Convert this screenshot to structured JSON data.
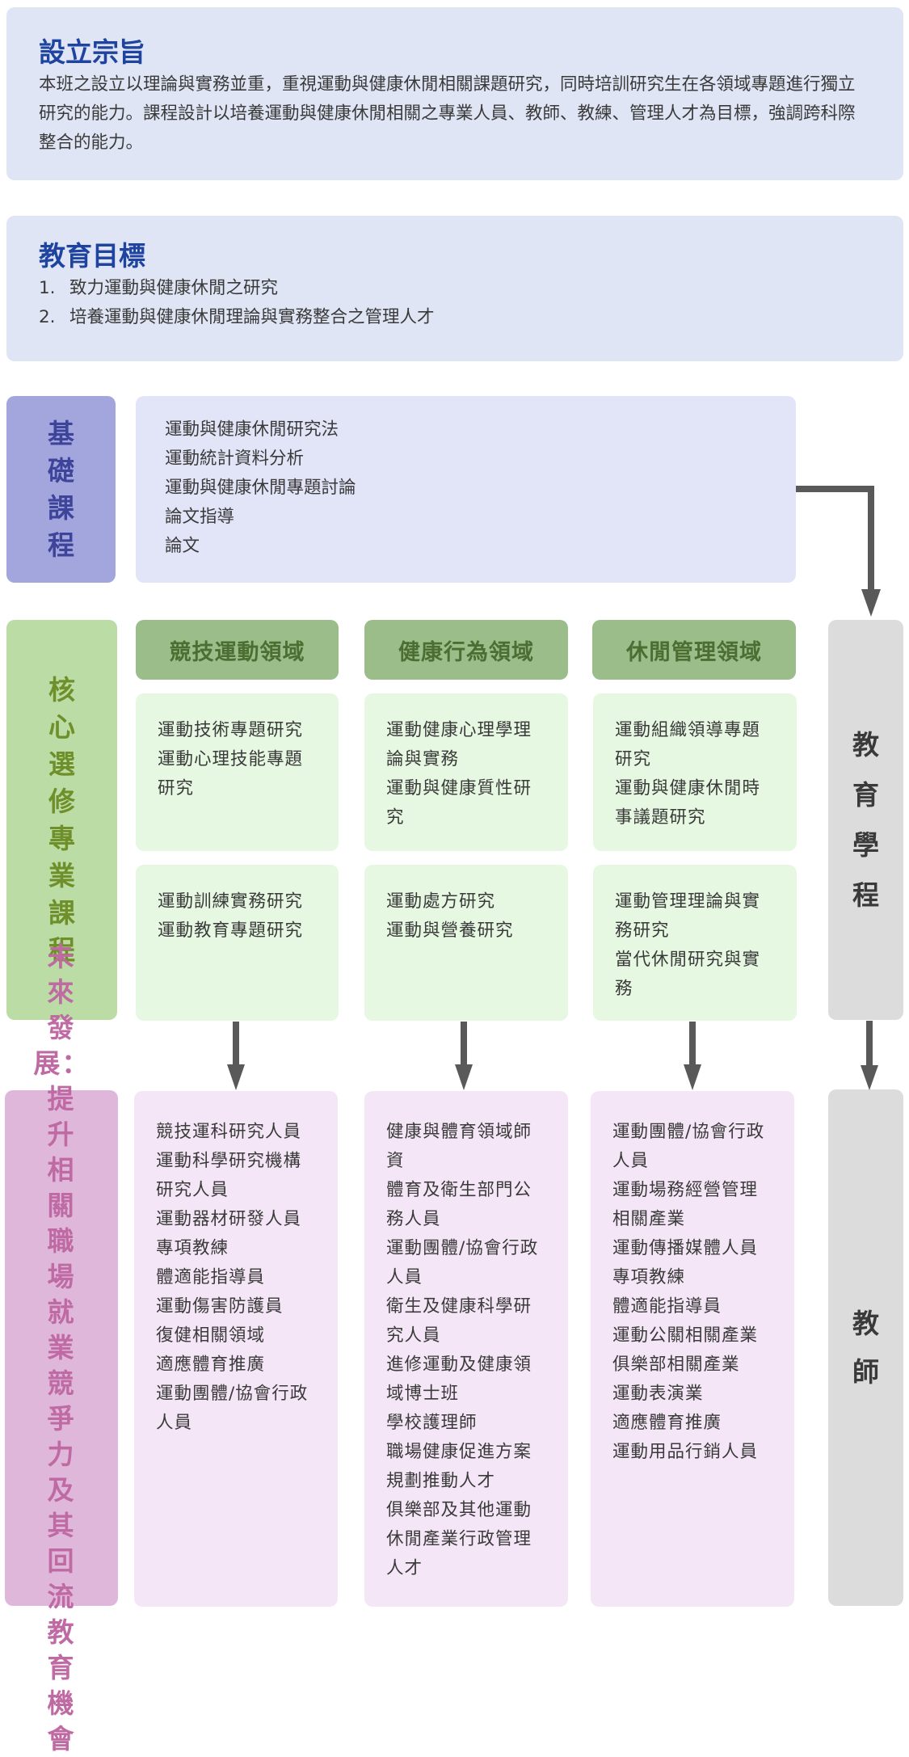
{
  "purpose": {
    "title": "設立宗旨",
    "text": "本班之設立以理論與實務並重，重視運動與健康休閒相關課題研究，同時培訓研究生在各領域專題進行獨立研究的能力。課程設計以培養運動與健康休閒相關之專業人員、教師、教練、管理人才為目標，強調跨科際整合的能力。"
  },
  "goals": {
    "title": "教育目標",
    "items": [
      {
        "num": "1.",
        "text": "致力運動與健康休閒之研究"
      },
      {
        "num": "2.",
        "text": "培養運動與健康休閒理論與實務整合之管理人才"
      }
    ]
  },
  "basic_courses": {
    "label": "基礎課程",
    "courses": [
      "運動與健康休閒研究法",
      "運動統計資料分析",
      "運動與健康休閒專題討論",
      "論文指導",
      "論文"
    ]
  },
  "core_courses": {
    "label": "核心選修專業課程",
    "domains": [
      {
        "name": "競技運動領域",
        "group1": [
          "運動技術專題研究",
          "運動心理技能專題研究"
        ],
        "group2": [
          "運動訓練實務研究",
          "運動教育專題研究"
        ]
      },
      {
        "name": "健康行為領域",
        "group1": [
          "運動健康心理學理論與實務",
          "運動與健康質性研究"
        ],
        "group2": [
          "運動處方研究",
          "運動與營養研究"
        ]
      },
      {
        "name": "休閒管理領域",
        "group1": [
          "運動組織領導專題研究",
          "運動與健康休閒時事議題研究"
        ],
        "group2": [
          "運動管理理論與實務研究",
          "當代休閒研究與實務"
        ]
      }
    ]
  },
  "education_program": {
    "label": "教育學程"
  },
  "future": {
    "label": "未來發展：提升相關職場就業競爭力及其回流教育機會",
    "columns": [
      [
        "競技運科研究人員",
        "運動科學研究機構研究人員",
        "運動器材研發人員",
        "專項教練",
        "體適能指導員",
        "運動傷害防護員",
        "復健相關領域",
        "適應體育推廣",
        "運動團體/協會行政人員"
      ],
      [
        "健康與體育領域師資",
        "體育及衛生部門公務人員",
        "運動團體/協會行政人員",
        "衛生及健康科學研究人員",
        "進修運動及健康領域博士班",
        "學校護理師",
        "職場健康促進方案規劃推動人才",
        "俱樂部及其他運動休閒產業行政管理人才"
      ],
      [
        "運動團體/協會行政人員",
        "運動場務經營管理相關產業",
        "運動傳播媒體人員",
        "專項教練",
        "體適能指導員",
        "運動公關相關產業",
        "俱樂部相關產業",
        "運動表演業",
        "適應體育推廣",
        "運動用品行銷人員"
      ]
    ]
  },
  "teacher": {
    "label": "教師"
  },
  "colors": {
    "title_blue": "#1f44a0",
    "intro_bg": "#dfe5f4",
    "basic_label_bg": "#a2a6dd",
    "core_label_bg": "#bbdda5",
    "domain_head_bg": "#9bbd8a",
    "future_label_bg": "#dfb7db",
    "gray_bg": "#dcdcdc",
    "arrow": "#595959"
  }
}
